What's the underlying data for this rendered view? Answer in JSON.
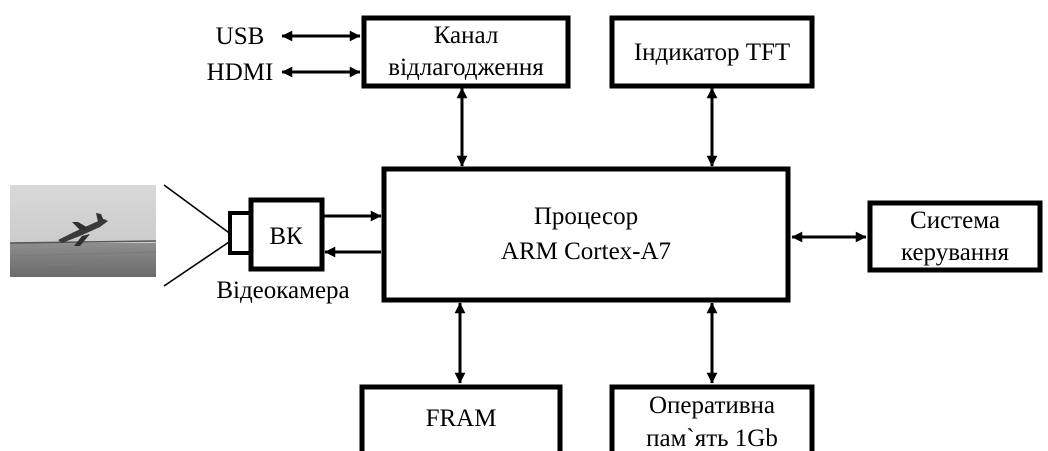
{
  "blocks": {
    "debug": {
      "line1": "Канал",
      "line2": "відлагодження"
    },
    "tft": {
      "label": "Індикатор TFT"
    },
    "cpu": {
      "line1": "Процесор",
      "line2": "ARM Cortex-A7"
    },
    "control": {
      "line1": "Система",
      "line2": "керування"
    },
    "camera": {
      "label": "ВК",
      "caption": "Відеокамера"
    },
    "fram": {
      "label": "FRAM"
    },
    "ram": {
      "line1": "Оперативна",
      "line2": "пам`ять 1Gb"
    }
  },
  "ports": {
    "usb": "USB",
    "hdmi": "HDMI"
  }
}
